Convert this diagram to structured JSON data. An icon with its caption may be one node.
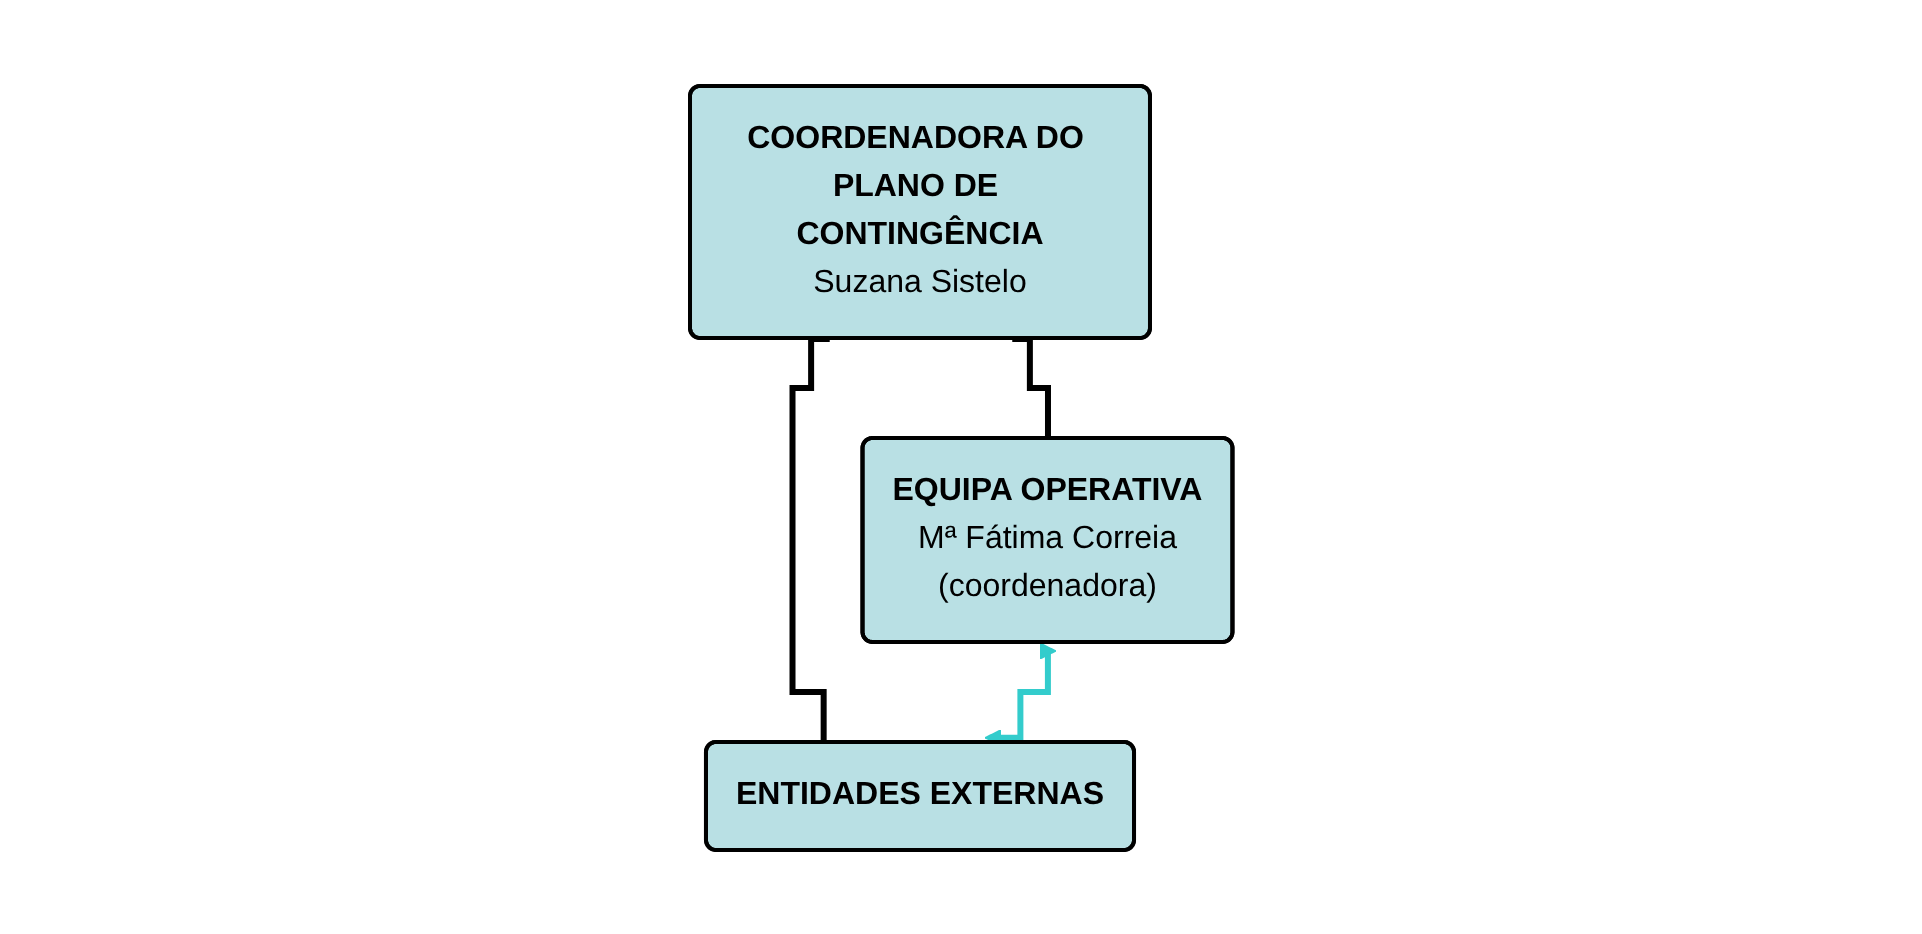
{
  "diagram": {
    "nodes": [
      {
        "text": [
          "COORDENADORA DO PLANO DE CONTINGÊNCIA",
          "Suzana Sistelo"
        ]
      },
      {
        "text": [
          "EQUIPA OPERATIVA",
          "Mª Fátima Correia",
          "(coordenadora)"
        ]
      },
      {
        "text": [
          "ENTIDADES EXTERNAS"
        ]
      }
    ],
    "edges": [
      {
        "from": 0,
        "to": 1,
        "arrow": "none"
      },
      {
        "from": 0,
        "to": 2,
        "arrow": "none"
      },
      {
        "from": 1,
        "to": 2,
        "arrow": "both",
        "color": "#33cccc"
      }
    ]
  }
}
